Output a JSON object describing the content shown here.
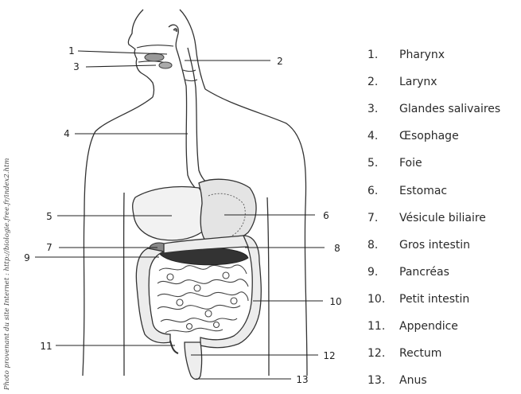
{
  "callouts": [
    {
      "num": "1"
    },
    {
      "num": "2"
    },
    {
      "num": "3"
    },
    {
      "num": "4"
    },
    {
      "num": "5"
    },
    {
      "num": "6"
    },
    {
      "num": "7"
    },
    {
      "num": "8"
    },
    {
      "num": "9"
    },
    {
      "num": "10"
    },
    {
      "num": "11"
    },
    {
      "num": "12"
    },
    {
      "num": "13"
    }
  ],
  "legend": [
    {
      "num": "1.",
      "label": "Pharynx"
    },
    {
      "num": "2.",
      "label": "Larynx"
    },
    {
      "num": "3.",
      "label": "Glandes salivaires"
    },
    {
      "num": "4.",
      "label": "Œsophage"
    },
    {
      "num": "5.",
      "label": "Foie"
    },
    {
      "num": "6.",
      "label": "Estomac"
    },
    {
      "num": "7.",
      "label": "Vésicule biliaire"
    },
    {
      "num": "8.",
      "label": "Gros intestin"
    },
    {
      "num": "9.",
      "label": "Pancréas"
    },
    {
      "num": "10.",
      "label": "Petit intestin"
    },
    {
      "num": "11.",
      "label": "Appendice"
    },
    {
      "num": "12.",
      "label": "Rectum"
    },
    {
      "num": "13.",
      "label": "Anus"
    }
  ],
  "credit": "Photo provenant du site Internet : http://biologie.free.fr/index2.htm"
}
